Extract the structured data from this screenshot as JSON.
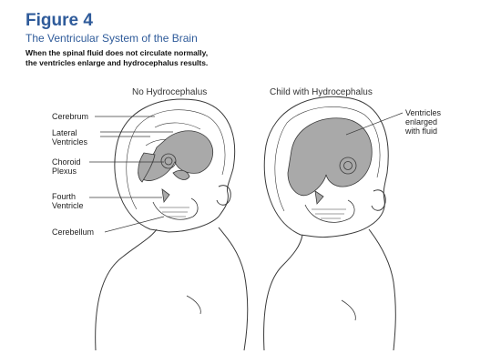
{
  "figure": {
    "number": "Figure 4",
    "title": "The Ventricular System of the Brain",
    "caption_line1": "When the spinal fluid does not circulate normally,",
    "caption_line2": "the ventricles enlarge and hydrocephalus results."
  },
  "panels": {
    "left": {
      "title": "No Hydrocephalus",
      "labels": {
        "cerebrum": "Cerebrum",
        "lateral_1": "Lateral",
        "lateral_2": "Ventricles",
        "choroid_1": "Choroid",
        "choroid_2": "Plexus",
        "fourth_1": "Fourth",
        "fourth_2": "Ventricle",
        "cerebellum": "Cerebellum"
      }
    },
    "right": {
      "title": "Child with Hydrocephalus",
      "labels": {
        "enlarged_1": "Ventricles",
        "enlarged_2": "enlarged",
        "enlarged_3": "with fluid"
      }
    }
  },
  "colors": {
    "title_blue": "#2f5b9a",
    "ventricle_fill": "#a9a9a9",
    "outline": "#3a3a3a"
  }
}
